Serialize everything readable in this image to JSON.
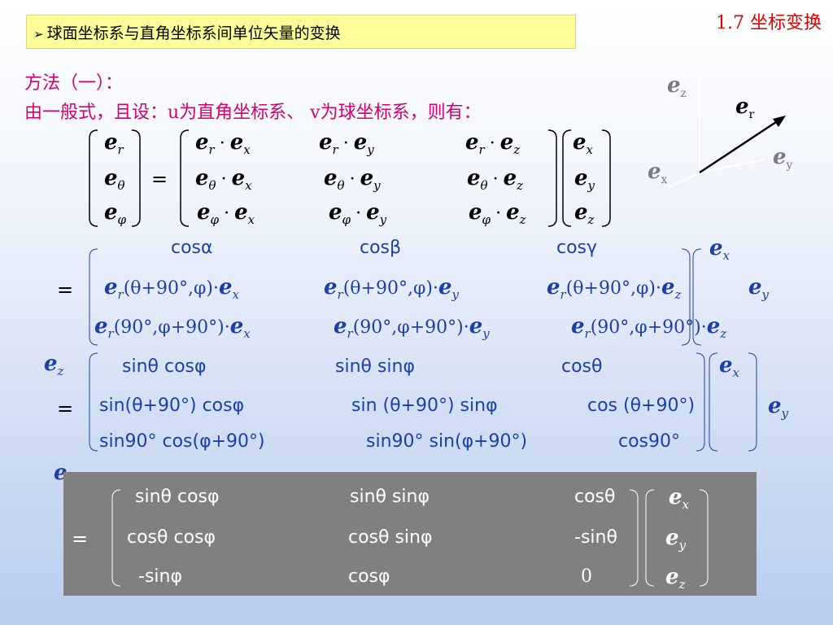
{
  "header": {
    "arrow": "➢",
    "title": "球面坐标系与直角坐标系间单位矢量的变换",
    "section": "1.7  坐标变换"
  },
  "intro": {
    "method": "方法（一）：",
    "line": "由一般式，且设：u为直角坐标系、 v为球坐标系，则有："
  },
  "axes": {
    "ez_sub": "z",
    "er_sub": "r",
    "ey_sub": "y",
    "ex_sub": "x"
  },
  "symbols": {
    "e": "e",
    "r": "r",
    "theta": "θ",
    "phi": "φ",
    "x": "x",
    "y": "y",
    "z": "z",
    "dot": "·",
    "equals": "="
  },
  "step2": {
    "cos_alpha": "cosα",
    "cos_beta": "cosβ",
    "cos_gamma": "cosγ",
    "arg_theta90": "(θ+90°,φ)",
    "arg_phi90": "(90°,φ+90°)"
  },
  "step3": {
    "r1c1": "sinθ cosφ",
    "r1c2": "sinθ sinφ",
    "r1c3": "cosθ",
    "r2c1": "sin(θ+90°) cosφ",
    "r2c2": "sin (θ+90°) sinφ",
    "r2c3": "cos (θ+90°)",
    "r3c1": "sin90°  cos(φ+90°)",
    "r3c2": "sin90°  sin(φ+90°)",
    "r3c3": "cos90°"
  },
  "result": {
    "r1c1": "sinθ cosφ",
    "r1c2": "sinθ sinφ",
    "r1c3": "cosθ",
    "r2c1": "cosθ cosφ",
    "r2c2": "cosθ sinφ",
    "r2c3": "-sinθ",
    "r3c1": "-sinφ",
    "r3c2": "cosφ",
    "r3c3": "0"
  }
}
